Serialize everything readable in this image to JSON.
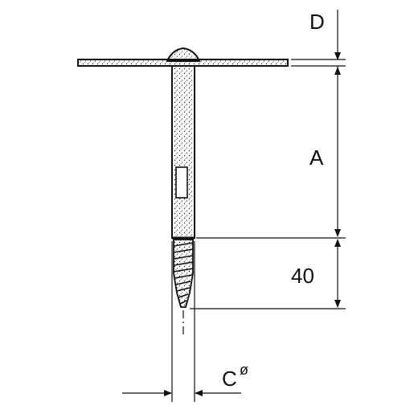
{
  "drawing": {
    "dimension_d": "D",
    "dimension_a": "A",
    "dimension_40": "40",
    "dimension_c": "C",
    "dimension_c_symbol": "ø"
  },
  "colors": {
    "ink": "#111111",
    "paper": "#ffffff"
  }
}
